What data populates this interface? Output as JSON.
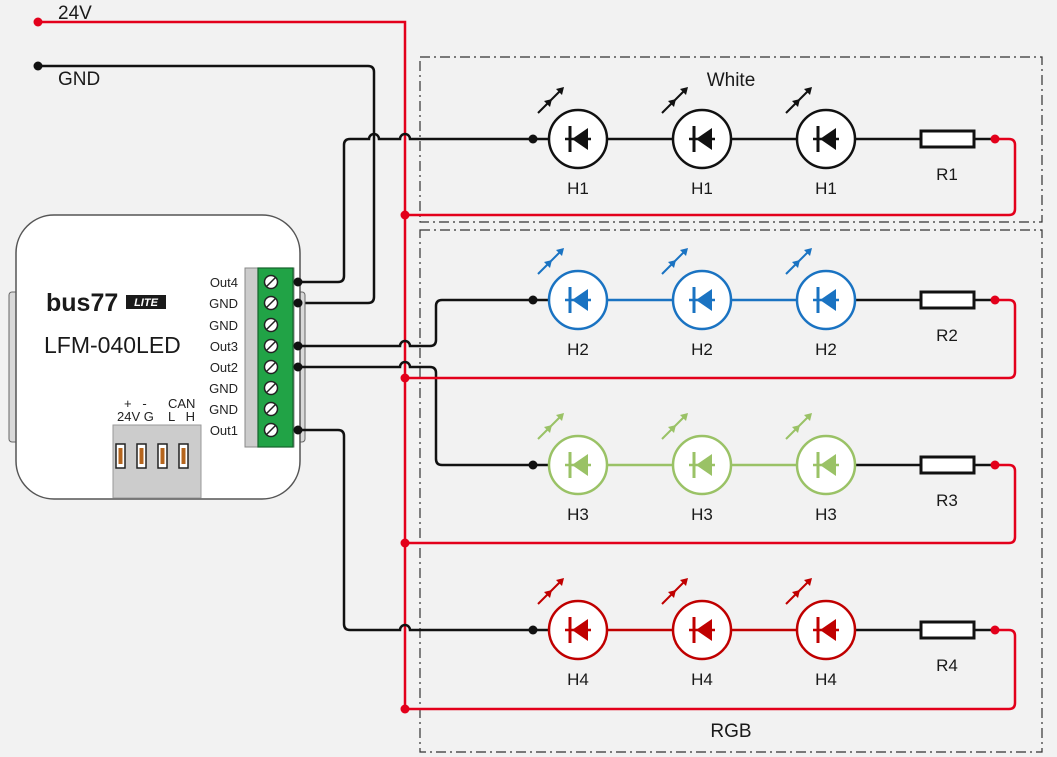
{
  "supply": {
    "positive_label": "24V",
    "ground_label": "GND"
  },
  "groups": {
    "white_label": "White",
    "rgb_label": "RGB"
  },
  "device": {
    "brand": "bus77",
    "brand_badge": "LITE",
    "model": "LFM-040LED",
    "power_label_top": "+   -",
    "power_label_bottom": "24V G",
    "can_label_top": "CAN",
    "can_label_bottom": "L   H",
    "terminals": [
      "Out4",
      "GND",
      "GND",
      "Out3",
      "Out2",
      "GND",
      "GND",
      "Out1"
    ]
  },
  "channels": [
    {
      "led_label": "H1",
      "resistor_label": "R1",
      "color": "#111111"
    },
    {
      "led_label": "H2",
      "resistor_label": "R2",
      "color": "#1a73c2"
    },
    {
      "led_label": "H3",
      "resistor_label": "R3",
      "color": "#9ac266"
    },
    {
      "led_label": "H4",
      "resistor_label": "R4",
      "color": "#c00000"
    }
  ],
  "colors": {
    "supply_positive": "#e3001b",
    "wire": "#111111",
    "terminal_block": "#21a346",
    "device_body": "#ffffff",
    "connector": "#cccccc"
  }
}
